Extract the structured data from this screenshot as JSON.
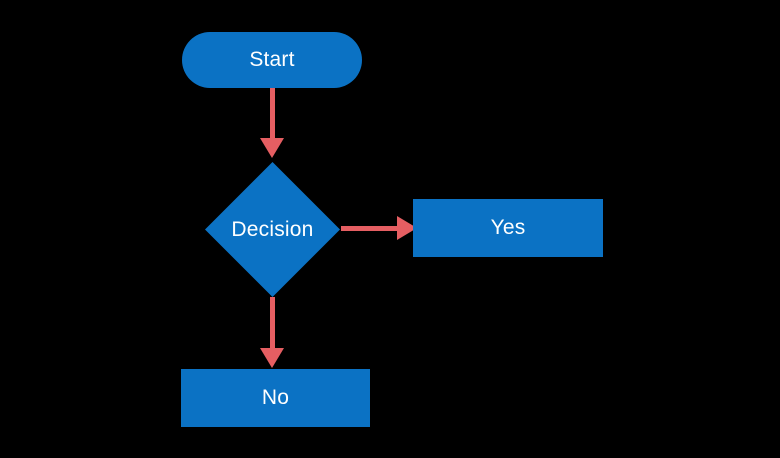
{
  "diagram": {
    "type": "flowchart",
    "colors": {
      "background": "#000000",
      "node_fill": "#0b72c4",
      "text": "#ffffff",
      "arrow": "#e55e62"
    },
    "nodes": [
      {
        "id": "start",
        "shape": "terminator",
        "label": "Start"
      },
      {
        "id": "decision",
        "shape": "decision",
        "label": "Decision"
      },
      {
        "id": "yes",
        "shape": "process",
        "label": "Yes"
      },
      {
        "id": "no",
        "shape": "process",
        "label": "No"
      }
    ],
    "edges": [
      {
        "from": "start",
        "to": "decision",
        "direction": "down"
      },
      {
        "from": "decision",
        "to": "yes",
        "direction": "right"
      },
      {
        "from": "decision",
        "to": "no",
        "direction": "down"
      }
    ]
  }
}
